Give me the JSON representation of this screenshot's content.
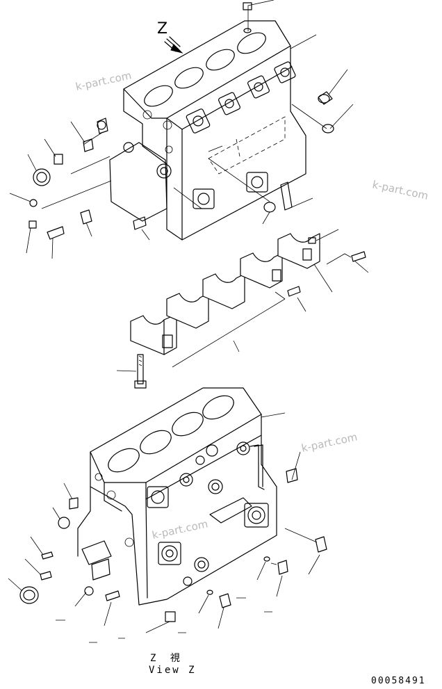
{
  "diagram": {
    "view_letter": "Z",
    "caption_line1": "Z 視",
    "caption_line2": "View Z",
    "part_number": "00058491",
    "watermarks": [
      "k-part.com",
      "k-part.com",
      "k-part.com",
      "k-part.com"
    ]
  }
}
